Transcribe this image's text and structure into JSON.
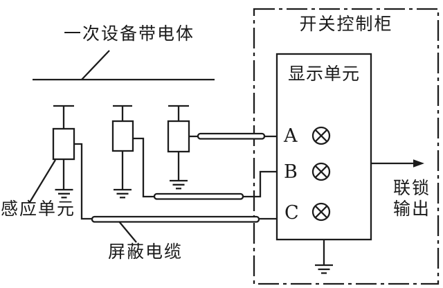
{
  "diagram": {
    "background_color": "#ffffff",
    "line_color": "#1c1c1c",
    "busbar": {
      "label": "一次设备带电体"
    },
    "sensors": {
      "label": "感应单元"
    },
    "cable": {
      "label": "屏蔽电缆"
    },
    "cabinet": {
      "title": "开关控制柜",
      "display_unit": {
        "title": "显示单元",
        "channels": [
          {
            "label": "A"
          },
          {
            "label": "B"
          },
          {
            "label": "C"
          }
        ]
      },
      "output": {
        "label_line1": "联锁",
        "label_line2": "输出"
      }
    },
    "icons": {
      "lamp_indicator": "circle-cross-lamp",
      "ground": "earth-ground",
      "output_arrow": "right-arrow"
    }
  }
}
